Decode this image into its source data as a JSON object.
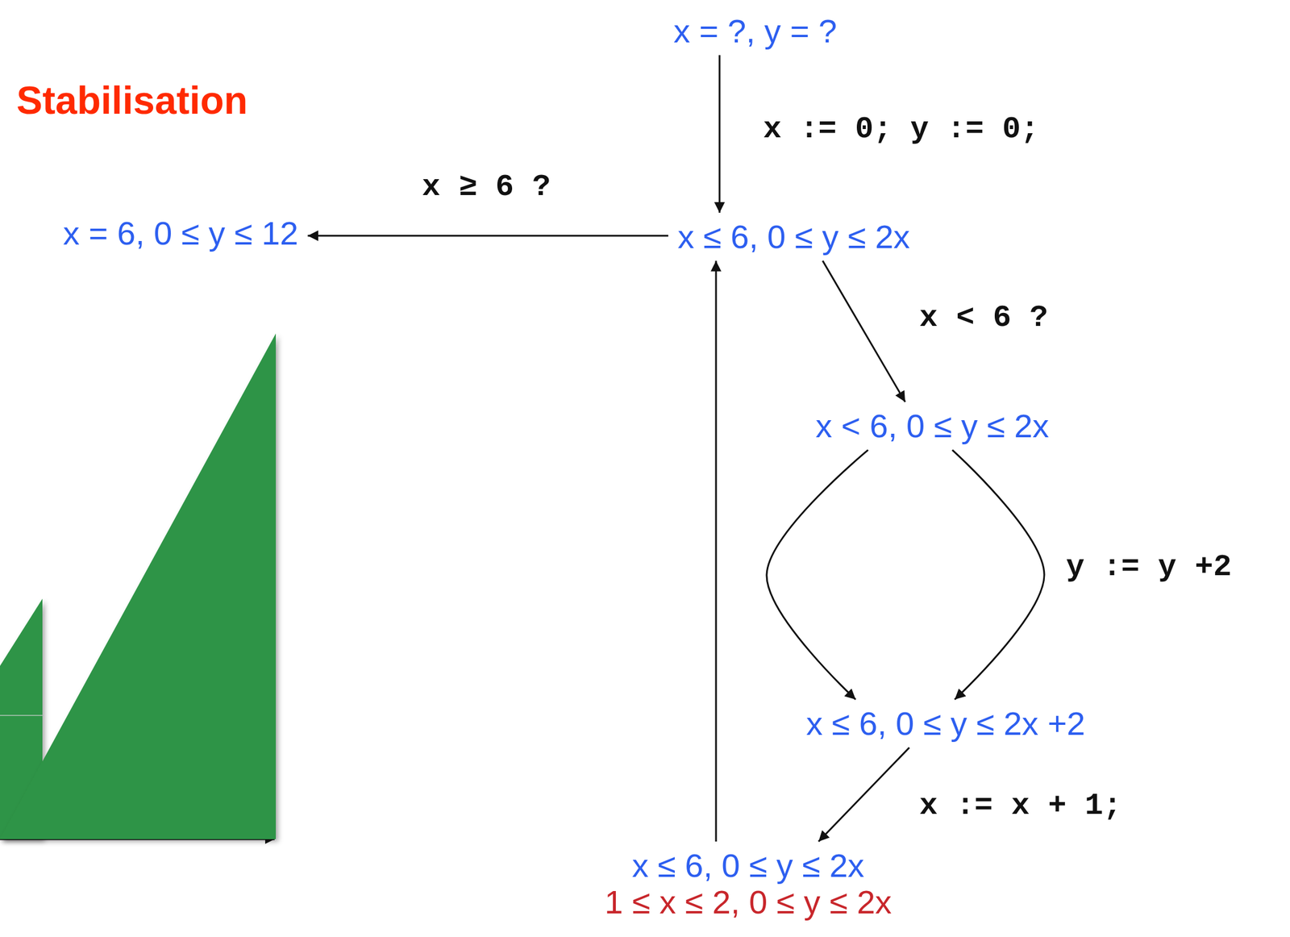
{
  "diagram": {
    "title": "Stabilisation",
    "nodes": [
      {
        "text": [
          "x = ?, y = ?"
        ]
      },
      {
        "text": [
          "x ≤ 6, 0 ≤ y ≤ 2x"
        ]
      },
      {
        "text": [
          "x = 6, 0 ≤ y ≤ 12"
        ]
      },
      {
        "text": [
          "x < 6, 0 ≤ y ≤ 2x"
        ]
      },
      {
        "text": [
          "x ≤ 6, 0 ≤ y ≤ 2x +2"
        ]
      },
      {
        "text": [
          "x ≤ 6, 0 ≤ y ≤ 2x",
          "1 ≤ x ≤ 2, 0 ≤ y ≤ 2x"
        ]
      }
    ],
    "edges": [
      {
        "from": 0,
        "to": 1,
        "arrow": "to",
        "label": "x := 0; y := 0;"
      },
      {
        "from": 1,
        "to": 2,
        "arrow": "to",
        "label": "x ≥ 6 ?"
      },
      {
        "from": 1,
        "to": 3,
        "arrow": "to",
        "label": "x < 6 ?"
      },
      {
        "from": 3,
        "to": 4,
        "arrow": "to"
      },
      {
        "from": 3,
        "to": 4,
        "arrow": "to",
        "label": "y := y +2"
      },
      {
        "from": 4,
        "to": 5,
        "arrow": "to",
        "label": "x := x + 1;"
      },
      {
        "from": 5,
        "to": 1,
        "arrow": "to"
      }
    ]
  }
}
